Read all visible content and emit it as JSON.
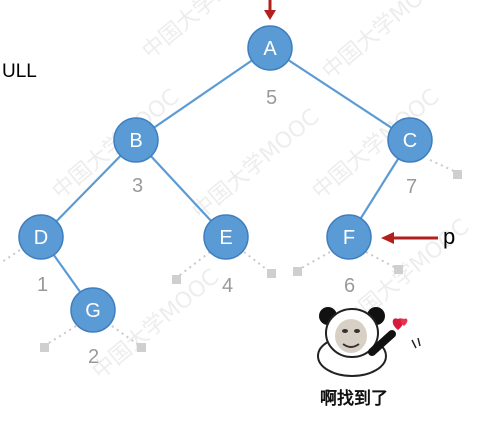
{
  "side_text": "ULL",
  "pointer_label": "p",
  "caption": "啊找到了",
  "watermark": "中国大学MOOC",
  "colors": {
    "node_fill": "#5b9bd5",
    "node_stroke": "#3f7fbf",
    "edge": "#5b9bd5",
    "arrow": "#b21f1f",
    "order_text": "#9a9a9a",
    "null_stub": "#c9c9c9"
  },
  "tree": {
    "nodes": [
      {
        "id": "A",
        "label": "A",
        "order": "5"
      },
      {
        "id": "B",
        "label": "B",
        "order": "3"
      },
      {
        "id": "C",
        "label": "C",
        "order": "7"
      },
      {
        "id": "D",
        "label": "D",
        "order": "1"
      },
      {
        "id": "E",
        "label": "E",
        "order": "4"
      },
      {
        "id": "F",
        "label": "F",
        "order": "6"
      },
      {
        "id": "G",
        "label": "G",
        "order": "2"
      }
    ],
    "edges": [
      {
        "from": "A",
        "to": "B"
      },
      {
        "from": "A",
        "to": "C"
      },
      {
        "from": "B",
        "to": "D"
      },
      {
        "from": "B",
        "to": "E"
      },
      {
        "from": "C",
        "to": "F"
      },
      {
        "from": "D",
        "to": "G"
      }
    ]
  },
  "sticker": {
    "icon": "panda-meme-icon",
    "accessory": "heart-icon"
  }
}
